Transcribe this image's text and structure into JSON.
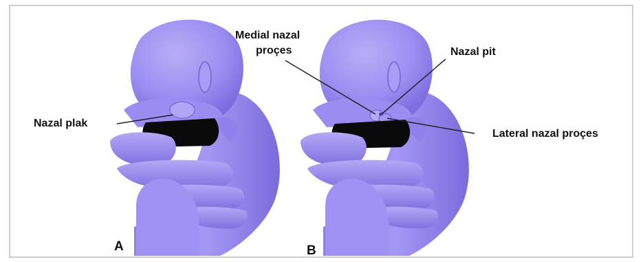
{
  "panels": [
    {
      "letter": "A"
    },
    {
      "letter": "B"
    }
  ],
  "labels": {
    "nasal_placode": "Nazal plak",
    "medial_nasal_process_line1": "Medial nazal",
    "medial_nasal_process_line2": "proçes",
    "nasal_pit": "Nazal pit",
    "lateral_nasal_process": "Lateral nazal proçes"
  },
  "colors": {
    "embryo_fill": "#9d8ff2",
    "embryo_shade": "#7d6ee0",
    "embryo_highlight": "#b8adf7",
    "mouth": "#0a0a0a",
    "leader_line": "#222222",
    "background": "#ffffff",
    "frame": "#9e9e9e"
  }
}
